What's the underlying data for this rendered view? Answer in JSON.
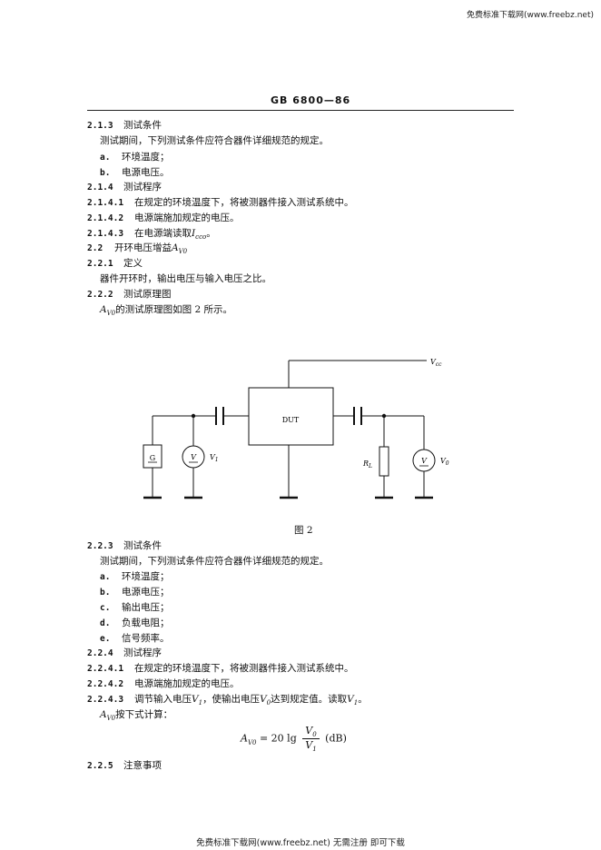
{
  "watermark_top": "免费标准下载网(www.freebz.net)",
  "watermark_bottom": "免费标准下载网(www.freebz.net) 无需注册 即可下载",
  "standard_no": "GB 6800—86",
  "s213": {
    "num": "2.1.3",
    "title": "测试条件"
  },
  "s213_text": "测试期间，下列测试条件应符合器件详细规范的规定。",
  "s213_items": [
    {
      "mark": "a.",
      "text": "环境温度；"
    },
    {
      "mark": "b.",
      "text": "电源电压。"
    }
  ],
  "s214": {
    "num": "2.1.4",
    "title": "测试程序"
  },
  "s2141": {
    "num": "2.1.4.1",
    "text": "在规定的环境温度下，将被测器件接入测试系统中。"
  },
  "s2142": {
    "num": "2.1.4.2",
    "text": "电源端施加规定的电压。"
  },
  "s2143": {
    "num": "2.1.4.3",
    "text": "在电源端读取",
    "sym": "I",
    "sub": "cco",
    "end": "。"
  },
  "s22": {
    "num": "2.2",
    "text": "开环电压增益",
    "sym": "A",
    "sub": "V0"
  },
  "s221": {
    "num": "2.2.1",
    "title": "定义"
  },
  "s221_text": "器件开环时，输出电压与输入电压之比。",
  "s222": {
    "num": "2.2.2",
    "title": "测试原理图"
  },
  "s222_text": {
    "sym": "A",
    "sub": "V0",
    "text": "的测试原理图如图 2 所示。"
  },
  "circuit": {
    "vcc": "V",
    "vcc_sub": "cc",
    "dut": "DUT",
    "gen": "G",
    "meter": "V",
    "v1": "V",
    "v1_sub": "1",
    "rl": "R",
    "rl_sub": "L",
    "v0": "V",
    "v0_sub": "0"
  },
  "figure_caption": "图 2",
  "s223": {
    "num": "2.2.3",
    "title": "测试条件"
  },
  "s223_text": "测试期间，下列测试条件应符合器件详细规范的规定。",
  "s223_items": [
    {
      "mark": "a.",
      "text": "环境温度；"
    },
    {
      "mark": "b.",
      "text": "电源电压；"
    },
    {
      "mark": "c.",
      "text": "输出电压；"
    },
    {
      "mark": "d.",
      "text": "负载电阻；"
    },
    {
      "mark": "e.",
      "text": "信号频率。"
    }
  ],
  "s224": {
    "num": "2.2.4",
    "title": "测试程序"
  },
  "s2241": {
    "num": "2.2.4.1",
    "text": "在规定的环境温度下，将被测器件接入测试系统中。"
  },
  "s2242": {
    "num": "2.2.4.2",
    "text": "电源端施加规定的电压。"
  },
  "s2243": {
    "num": "2.2.4.3",
    "t1": "调节输入电压",
    "v1": "V",
    "v1_sub": "1",
    "t2": "，使输出电压",
    "v0": "V",
    "v0_sub": "0",
    "t3": "达到规定值。读取",
    "v1b": "V",
    "v1b_sub": "1",
    "t4": "。"
  },
  "calc": {
    "sym": "A",
    "sub": "V0",
    "text": "按下式计算："
  },
  "formula": {
    "lhs": "A",
    "lhs_sub": "V0",
    "eq": "= 20 lg",
    "num": "V",
    "num_sub": "0",
    "den": "V",
    "den_sub": "1",
    "unit": "(dB)"
  },
  "s225": {
    "num": "2.2.5",
    "title": "注意事项"
  }
}
